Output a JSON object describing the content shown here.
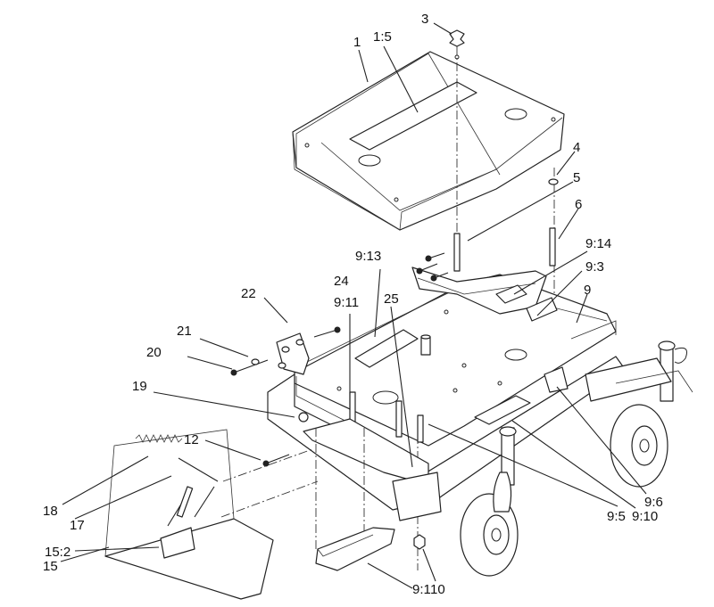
{
  "labels": {
    "l1": "1",
    "l1_5": "1:5",
    "l3": "3",
    "l4": "4",
    "l5": "5",
    "l6": "6",
    "l9": "9",
    "l9_1": "9:1",
    "l9_3": "9:3",
    "l9_5": "9:5",
    "l9_6": "9:6",
    "l9_10": "9:10",
    "l9_11": "9:11",
    "l9_13": "9:13",
    "l9_14": "9:14",
    "l10": "10",
    "l12": "12",
    "l15": "15",
    "l15_2": "15:2",
    "l17": "17",
    "l18": "18",
    "l19": "19",
    "l20": "20",
    "l21": "21",
    "l22": "22",
    "l24": "24",
    "l25": "25"
  }
}
